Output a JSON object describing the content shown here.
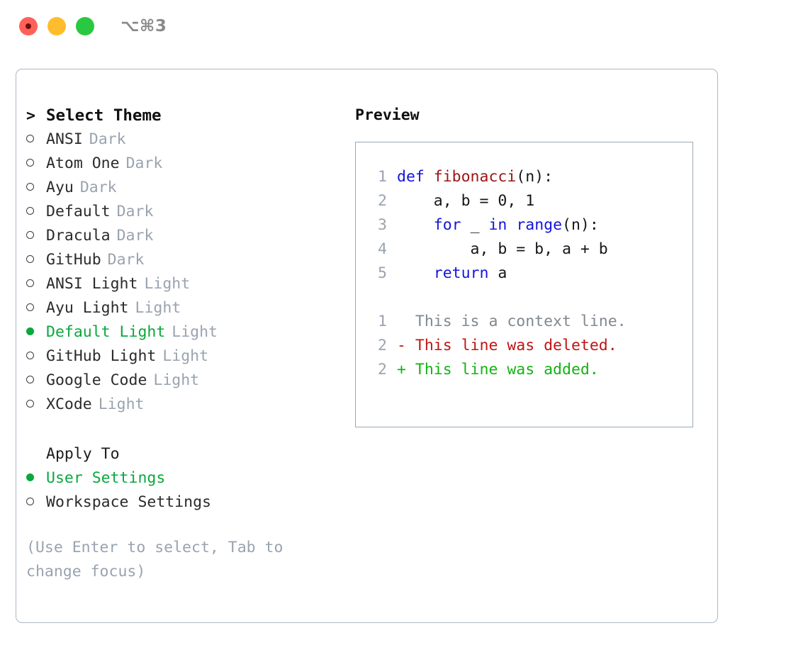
{
  "titlebar": {
    "shortcut": "⌥⌘3",
    "buttons": [
      {
        "name": "close",
        "color": "#ff6159"
      },
      {
        "name": "minimize",
        "color": "#ffbd2e"
      },
      {
        "name": "maximize",
        "color": "#2ac840"
      }
    ]
  },
  "theme_picker": {
    "header_marker": ">",
    "header": "Select Theme",
    "items": [
      {
        "marker": "○",
        "name": "ANSI",
        "kind": "Dark",
        "selected": false
      },
      {
        "marker": "○",
        "name": "Atom One",
        "kind": "Dark",
        "selected": false
      },
      {
        "marker": "○",
        "name": "Ayu",
        "kind": "Dark",
        "selected": false
      },
      {
        "marker": "○",
        "name": "Default",
        "kind": "Dark",
        "selected": false
      },
      {
        "marker": "○",
        "name": "Dracula",
        "kind": "Dark",
        "selected": false
      },
      {
        "marker": "○",
        "name": "GitHub",
        "kind": "Dark",
        "selected": false
      },
      {
        "marker": "○",
        "name": "ANSI Light",
        "kind": "Light",
        "selected": false
      },
      {
        "marker": "○",
        "name": "Ayu Light",
        "kind": "Light",
        "selected": false
      },
      {
        "marker": "●",
        "name": "Default Light",
        "kind": "Light",
        "selected": true
      },
      {
        "marker": "○",
        "name": "GitHub Light",
        "kind": "Light",
        "selected": false
      },
      {
        "marker": "○",
        "name": "Google Code",
        "kind": "Light",
        "selected": false
      },
      {
        "marker": "○",
        "name": "XCode",
        "kind": "Light",
        "selected": false
      }
    ]
  },
  "apply_to": {
    "header": "Apply To",
    "items": [
      {
        "marker": "●",
        "name": "User Settings",
        "selected": true
      },
      {
        "marker": "○",
        "name": "Workspace Settings",
        "selected": false
      }
    ]
  },
  "hint": "(Use Enter to select, Tab to change focus)",
  "preview": {
    "label": "Preview",
    "code_lines": [
      {
        "no": "1",
        "tokens": [
          {
            "t": "def ",
            "c": "kw"
          },
          {
            "t": "fibonacci",
            "c": "fn"
          },
          {
            "t": "(n):",
            "c": "plain"
          }
        ]
      },
      {
        "no": "2",
        "tokens": [
          {
            "t": "    a, b = 0, 1",
            "c": "plain"
          }
        ]
      },
      {
        "no": "3",
        "tokens": [
          {
            "t": "    ",
            "c": "plain"
          },
          {
            "t": "for",
            "c": "kw"
          },
          {
            "t": " _ ",
            "c": "plain"
          },
          {
            "t": "in",
            "c": "kw"
          },
          {
            "t": " ",
            "c": "plain"
          },
          {
            "t": "range",
            "c": "kw"
          },
          {
            "t": "(n):",
            "c": "plain"
          }
        ]
      },
      {
        "no": "4",
        "tokens": [
          {
            "t": "        a, b = b, a + b",
            "c": "plain"
          }
        ]
      },
      {
        "no": "5",
        "tokens": [
          {
            "t": "    ",
            "c": "plain"
          },
          {
            "t": "return",
            "c": "kw"
          },
          {
            "t": " a",
            "c": "plain"
          }
        ]
      }
    ],
    "diff_lines": [
      {
        "no": "1",
        "sign": " ",
        "text": " This is a context line.",
        "kind": "context"
      },
      {
        "no": "2",
        "sign": "-",
        "text": " This line was deleted.",
        "kind": "deleted"
      },
      {
        "no": "2",
        "sign": "+",
        "text": " This line was added.",
        "kind": "added"
      }
    ]
  },
  "colors": {
    "selected_green": "#0aa83c",
    "muted_gray": "#9aa3b0",
    "keyword_blue": "#1414dc",
    "function_red": "#9e1414",
    "diff_add_green": "#12b312",
    "diff_del_red": "#c01414",
    "border": "#aeb7c2"
  }
}
